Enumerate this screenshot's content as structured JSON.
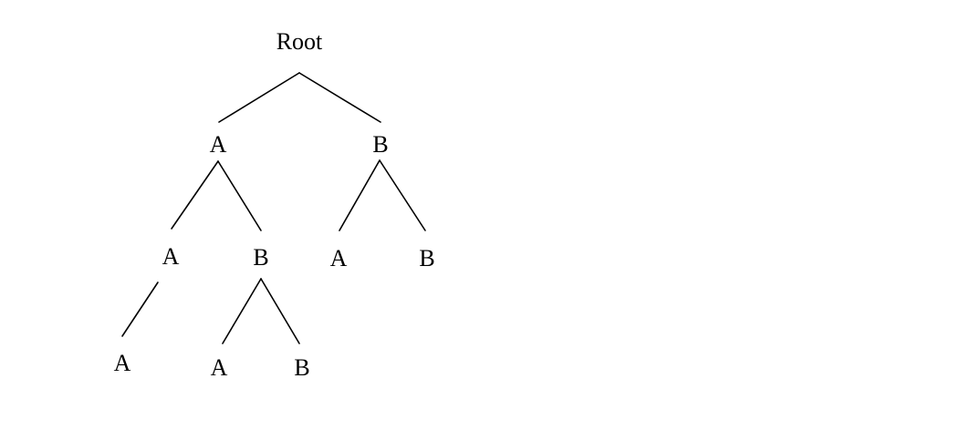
{
  "diagram": {
    "type": "tree",
    "nodes": {
      "root": "Root",
      "a": "A",
      "b": "B",
      "aa": "A",
      "ab": "B",
      "ba": "A",
      "bb": "B",
      "aaa": "A",
      "aba": "A",
      "abb": "B"
    },
    "edges": [
      [
        "root",
        "a"
      ],
      [
        "root",
        "b"
      ],
      [
        "a",
        "aa"
      ],
      [
        "a",
        "ab"
      ],
      [
        "b",
        "ba"
      ],
      [
        "b",
        "bb"
      ],
      [
        "aa",
        "aaa"
      ],
      [
        "ab",
        "aba"
      ],
      [
        "ab",
        "abb"
      ]
    ]
  }
}
